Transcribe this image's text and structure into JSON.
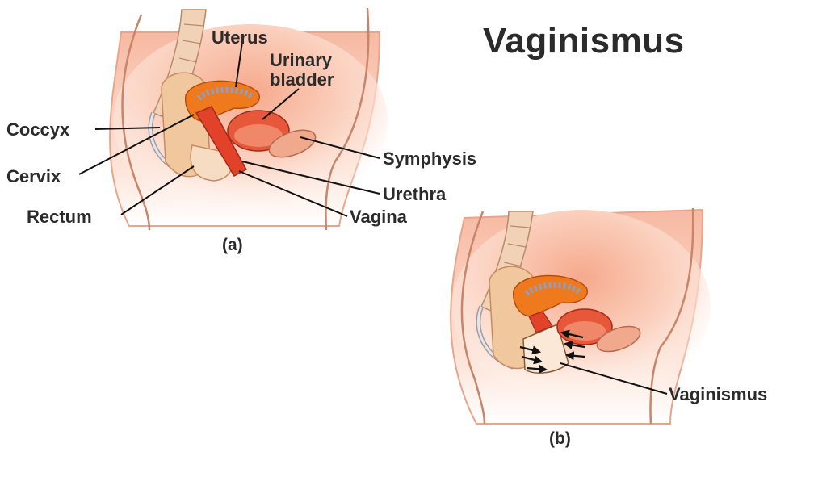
{
  "title": "Vaginismus",
  "panel_a": {
    "caption": "(a)",
    "labels": {
      "uterus": "Uterus",
      "urinary_bladder_line1": "Urinary",
      "urinary_bladder_line2": "bladder",
      "coccyx": "Coccyx",
      "cervix": "Cervix",
      "rectum": "Rectum",
      "symphysis": "Symphysis",
      "urethra": "Urethra",
      "vagina": "Vagina"
    }
  },
  "panel_b": {
    "caption": "(b)",
    "labels": {
      "vaginismus": "Vaginismus"
    }
  },
  "colors": {
    "text": "#2b2b2b",
    "skin_light": "#fbe2d3",
    "tissue": "#f4b89a",
    "organ_red": "#e2422a",
    "uterus_orange": "#ef7a1e",
    "spine": "#f2d2b6"
  }
}
